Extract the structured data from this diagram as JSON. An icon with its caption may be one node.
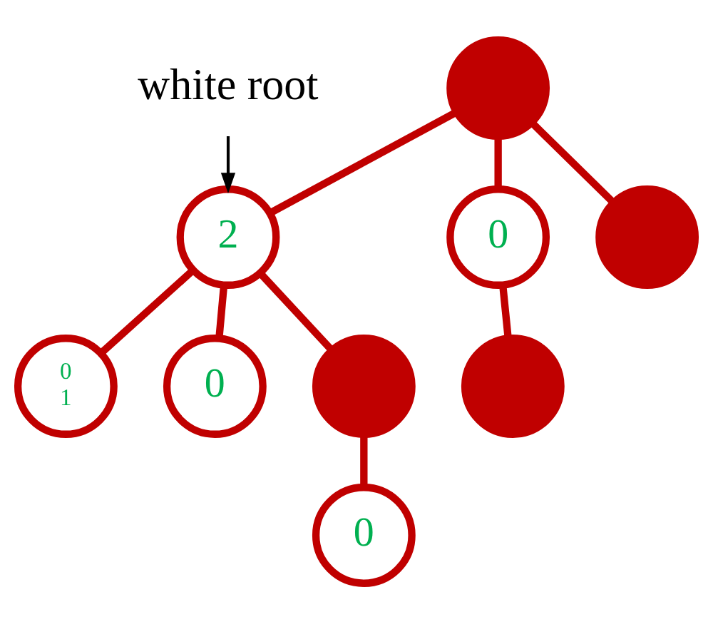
{
  "diagram": {
    "nodes": [
      {
        "text": [
          "white root"
        ]
      },
      {
        "text": [],
        "shape": "circle"
      },
      {
        "text": [
          "0"
        ]
      },
      {
        "text": [
          "2"
        ]
      },
      {
        "text": [],
        "shape": "circle"
      },
      {
        "text": [],
        "shape": "circle"
      },
      {
        "text": [
          "0",
          "1"
        ]
      },
      {
        "text": [
          "0"
        ]
      },
      {
        "text": [],
        "shape": "circle"
      },
      {
        "text": [
          "0"
        ]
      }
    ],
    "edges": [
      {
        "from": 0,
        "to": 3,
        "arrow": "to",
        "color": "#000000"
      },
      {
        "from": 1,
        "to": 2,
        "arrow": "none"
      },
      {
        "from": 1,
        "to": 3,
        "arrow": "none"
      },
      {
        "from": 1,
        "to": 4,
        "arrow": "none"
      },
      {
        "from": 2,
        "to": 5,
        "arrow": "none"
      },
      {
        "from": 3,
        "to": 6,
        "arrow": "none"
      },
      {
        "from": 3,
        "to": 7,
        "arrow": "none"
      },
      {
        "from": 3,
        "to": 8,
        "arrow": "none"
      },
      {
        "from": 8,
        "to": 9,
        "arrow": "none"
      }
    ]
  }
}
